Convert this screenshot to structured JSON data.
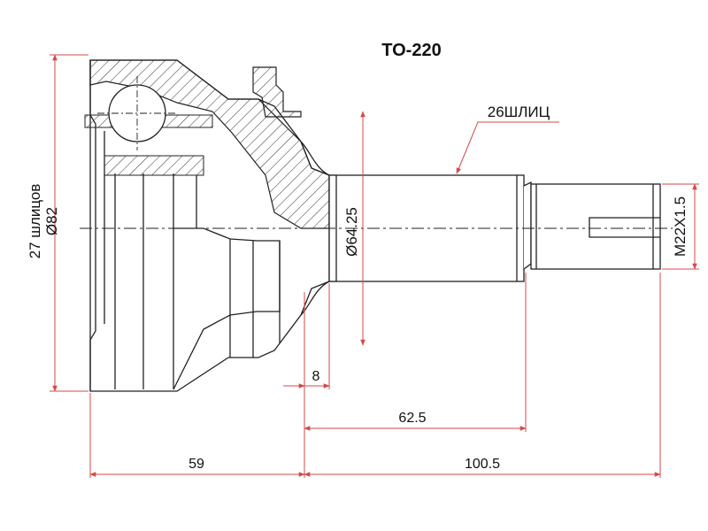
{
  "title": "TO-220",
  "labels": {
    "splines_outer": "26ШЛИЦ",
    "splines_inner": "27 шлицов",
    "diam_outer": "Ø82",
    "diam_seal": "Ø64.25",
    "thread": "M22X1.5"
  },
  "dimensions": {
    "len_8": "8",
    "len_62_5": "62.5",
    "len_59": "59",
    "len_100_5": "100.5"
  },
  "colors": {
    "line": "#222222",
    "dim": "#d44a4a",
    "text": "#111111"
  }
}
